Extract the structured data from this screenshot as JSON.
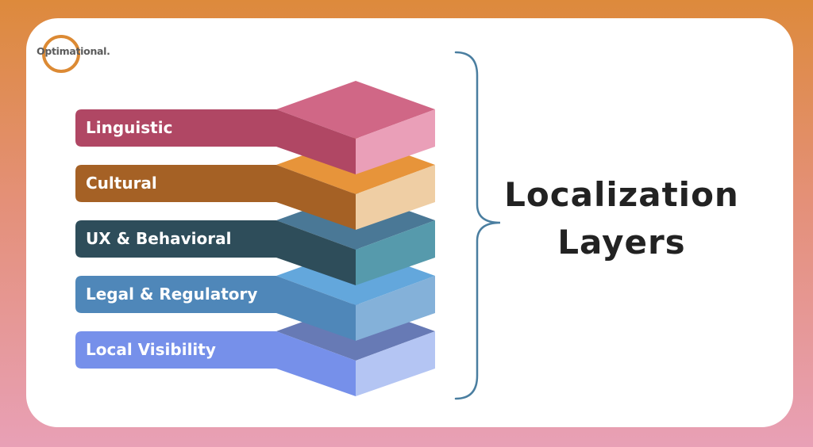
{
  "brand": {
    "name": "Optimational.",
    "ring_color": "#dc8a34"
  },
  "title": {
    "line1": "Localization",
    "line2": "Layers"
  },
  "layers": [
    {
      "label": "Linguistic",
      "bar": "#b04764",
      "top": "#d06786",
      "side": "#ea9fb8"
    },
    {
      "label": "Cultural",
      "bar": "#a56125",
      "top": "#e7943a",
      "side": "#efcea4"
    },
    {
      "label": "UX & Behavioral",
      "bar": "#2e4d5a",
      "top": "#4a7896",
      "side": "#569aac"
    },
    {
      "label": "Legal & Regulatory",
      "bar": "#4f87b9",
      "top": "#63a7dc",
      "side": "#84b1d9"
    },
    {
      "label": "Local Visibility",
      "bar": "#7690ea",
      "top": "#677ab5",
      "side": "#b4c5f3"
    }
  ],
  "brace_color": "#4a7ea0",
  "background": {
    "top": "#dd8a3c",
    "bottom": "#e8a0b6"
  }
}
